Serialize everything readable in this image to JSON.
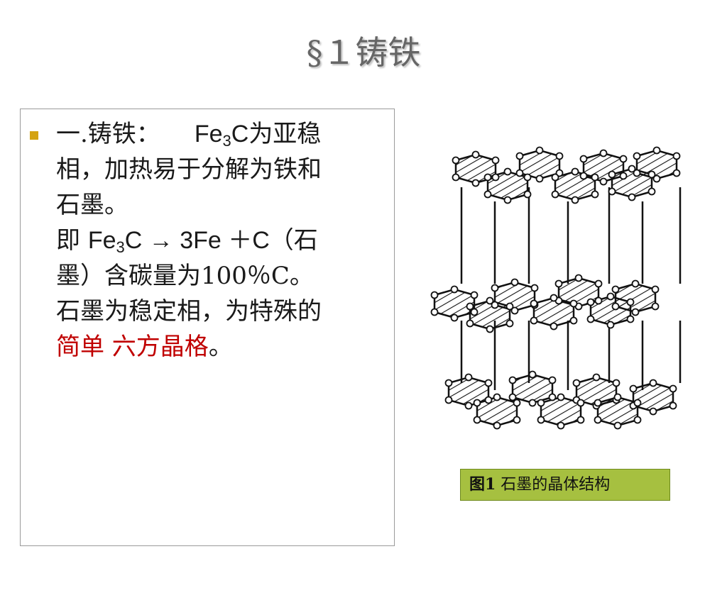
{
  "slide": {
    "title": "§１铸铁",
    "body": {
      "line1_prefix": "一.铸铁：",
      "line1_formula_fe": "Fe",
      "line1_formula_sub": "3",
      "line1_formula_c": "C",
      "line1_suffix": "为亚稳",
      "line2": "相，加热易于分解为铁和",
      "line3": "石墨。",
      "line4_prefix": "即 ",
      "line4_fe": "Fe",
      "line4_sub": "3",
      "line4_rest": "C → 3Fe ＋C（石",
      "line5": "墨）含碳量为100％C。",
      "line6": "石墨为稳定相，为特殊的",
      "line7_red": "简单 六方晶格",
      "line7_end": "。"
    },
    "caption_bold": "图1",
    "caption_text": " 石墨的晶体结构",
    "colors": {
      "title": "#666666",
      "bullet": "#d4a313",
      "highlight": "#c00000",
      "caption_bg": "#a6c040"
    }
  }
}
